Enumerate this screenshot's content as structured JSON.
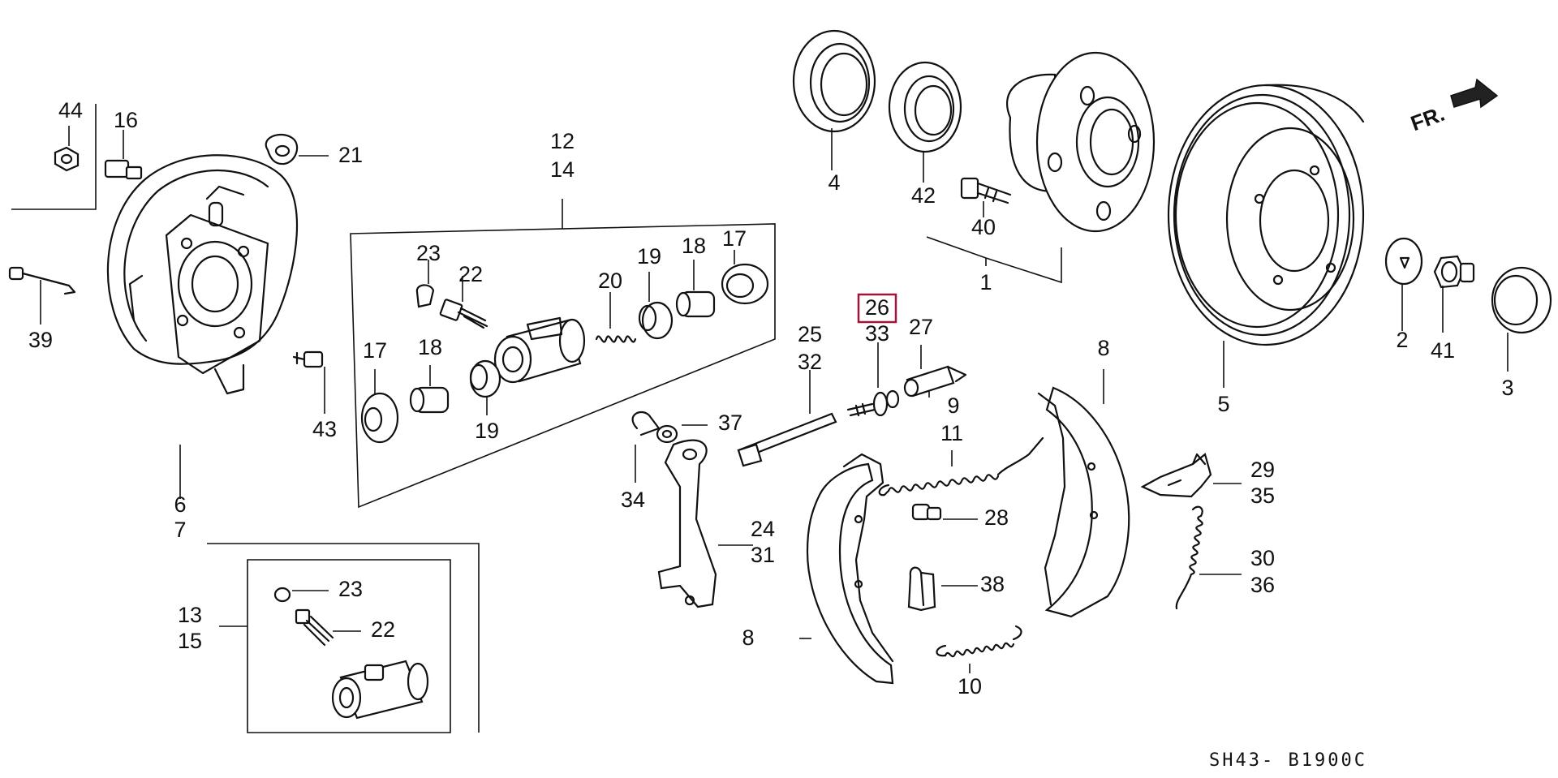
{
  "diagram": {
    "callouts": {
      "c44": "44",
      "c16": "16",
      "c21": "21",
      "c39": "39",
      "c43": "43",
      "c6": "6",
      "c7": "7",
      "c12": "12",
      "c14": "14",
      "c23a": "23",
      "c22a": "22",
      "c20": "20",
      "c19a": "19",
      "c18a": "18",
      "c17a": "17",
      "c17b": "17",
      "c18b": "18",
      "c19b": "19",
      "c4": "4",
      "c42": "42",
      "c40": "40",
      "c1": "1",
      "c25": "25",
      "c32": "32",
      "c26": "26",
      "c33": "33",
      "c27": "27",
      "c9": "9",
      "c37": "37",
      "c34": "34",
      "c24": "24",
      "c31": "31",
      "c11": "11",
      "c28": "28",
      "c38": "38",
      "c10": "10",
      "c8a": "8",
      "c8b": "8",
      "c29": "29",
      "c35": "35",
      "c30": "30",
      "c36": "36",
      "c5": "5",
      "c2": "2",
      "c41": "41",
      "c3": "3",
      "c13": "13",
      "c15": "15",
      "c23b": "23",
      "c22b": "22"
    },
    "highlighted_part": "26",
    "highlight_color": "#a0163a",
    "direction_label": "FR.",
    "reference_code": "SH43- B1900C"
  }
}
